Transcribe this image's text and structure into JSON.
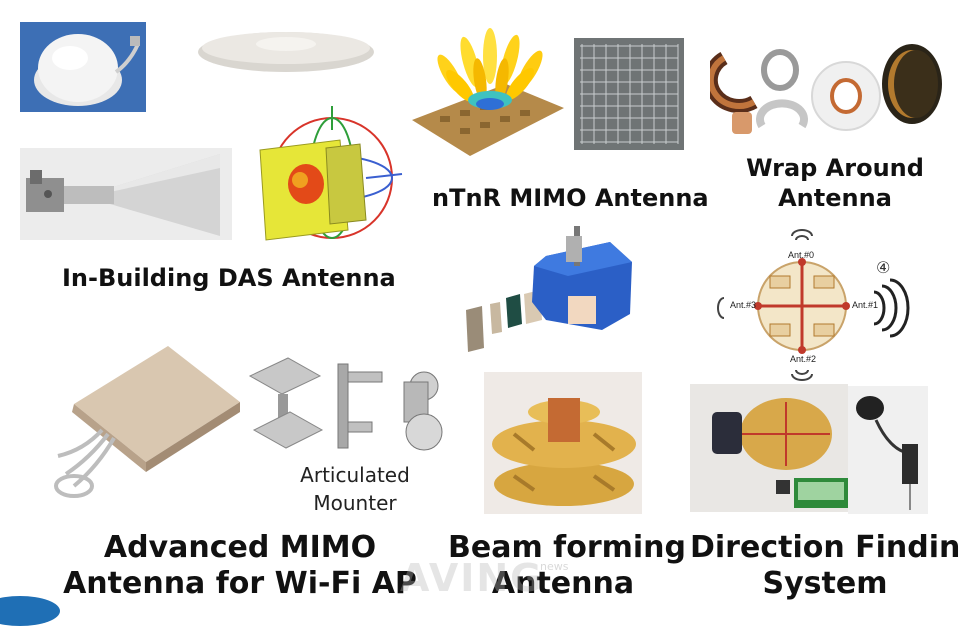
{
  "captions": {
    "nTnR": "nTnR MIMO Antenna",
    "wrap_line1": "Wrap Around",
    "wrap_line2": "Antenna",
    "das": "In-Building DAS Antenna",
    "articulated_line1": "Articulated",
    "articulated_line2": "Mounter",
    "advanced_line1": "Advanced MIMO",
    "advanced_line2": "Antenna for Wi-Fi AP",
    "beam_line1": "Beam forming",
    "beam_line2": "Antenna",
    "df_line1": "Direction Finding",
    "df_line2": "System"
  },
  "diagram_labels": {
    "ant0": "Ant.#0",
    "ant1": "Ant.#1",
    "ant2": "Ant.#2",
    "ant3": "Ant.#3",
    "step": "④"
  },
  "watermark": {
    "brand": "AVING",
    "sub": "news"
  },
  "colors": {
    "accent_blue": "#2f6fd0",
    "pcb_gold": "#d7a640",
    "copper": "#c46a33"
  },
  "icons": [
    "ceiling-dome-antenna",
    "ceiling-disc-antenna",
    "horn-antenna",
    "radiation-pattern-3d",
    "mimo-beam-array",
    "phased-array-panel",
    "wrap-around-antennas",
    "beam-forming-exploded",
    "direction-finding-diagram",
    "flat-panel-antenna",
    "articulated-mount",
    "beam-forming-prototype",
    "direction-finding-hardware"
  ]
}
